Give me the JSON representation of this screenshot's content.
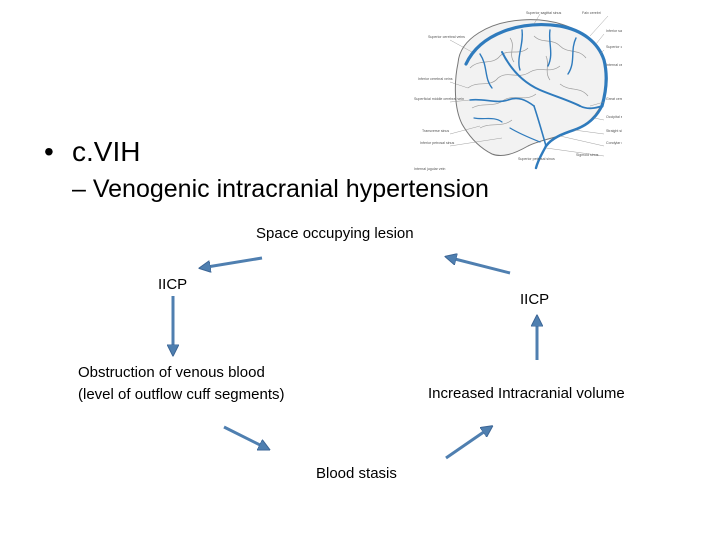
{
  "slide": {
    "bullet_marker": "•",
    "bullet": "c.VIH",
    "subbullet_marker": "–",
    "subbullet": "Venogenic intracranial hypertension"
  },
  "cycle": {
    "space_occupying": "Space occupying lesion",
    "iicp_left": "IICP",
    "iicp_right": "IICP",
    "obstruction_line1": "Obstruction of venous blood",
    "obstruction_line2": "(level of outflow cuff segments)",
    "volume": "Increased Intracranial volume",
    "stasis": "Blood stasis"
  },
  "figure": {
    "vein_color": "#2f7bbd",
    "labels_left": [
      "Superior cerebral veins",
      "Inferior cerebral veins",
      "Superficial middle cerebral vein",
      "Transverse sinus",
      "Inferior petrosal sinus"
    ],
    "labels_right": [
      "Inferior sagittal sinus",
      "Superior sagittal sinus (cut)",
      "Great cerebral vein",
      "Straight sinus",
      "Occipital sinus",
      "Sigmoid sinus",
      "Condylar emissary vein"
    ],
    "labels_bottom": [
      "Superior petrosal sinus",
      "Internal jugular vein"
    ]
  },
  "colors": {
    "arrow": "#4f7fb0",
    "arrow_outline": "#3b6494"
  }
}
